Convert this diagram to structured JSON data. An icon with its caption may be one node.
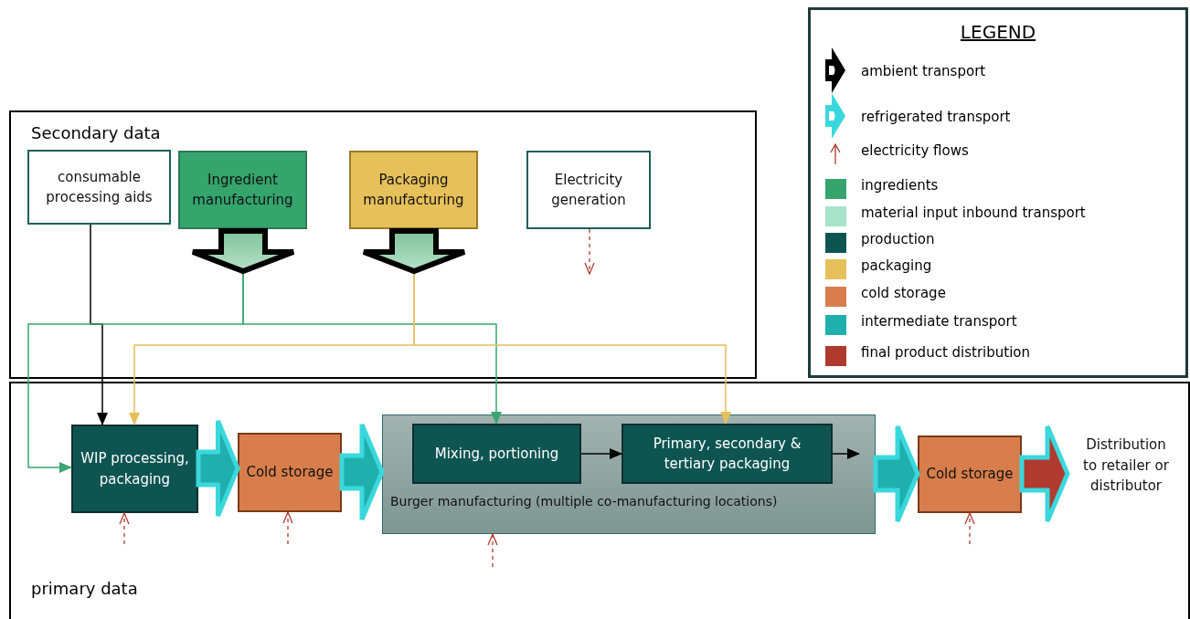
{
  "diagram": {
    "nodes": [
      {
        "text": [
          "Secondary data"
        ]
      },
      {
        "text": [
          "consumable processing aids"
        ],
        "in": 0
      },
      {
        "text": [
          "Ingredient manufacturing"
        ],
        "in": 0
      },
      {
        "text": [
          "Packaging manufacturing"
        ],
        "in": 0
      },
      {
        "text": [
          "Electricity generation"
        ],
        "in": 0
      },
      {
        "text": [
          "primary data"
        ]
      },
      {
        "text": [
          "WIP processing, packaging"
        ],
        "in": 5
      },
      {
        "text": [
          "Cold storage"
        ],
        "in": 5
      },
      {
        "text": [
          "Burger manufacturing (multiple co-manufacturing locations)"
        ],
        "in": 5
      },
      {
        "text": [
          "Mixing, portioning"
        ],
        "in": 8
      },
      {
        "text": [
          "Primary, secondary & tertiary packaging"
        ],
        "in": 8
      },
      {
        "text": [
          "Cold storage"
        ],
        "in": 5
      },
      {
        "text": [
          "Distribution to retailer or distributor"
        ],
        "in": 5
      }
    ],
    "edges": [
      {
        "from": 1,
        "to": 6,
        "arrow": "to",
        "color": "#000000"
      },
      {
        "from": 2,
        "to": 6,
        "arrow": "to",
        "color": "#3aa672"
      },
      {
        "from": 2,
        "to": 9,
        "arrow": "to",
        "color": "#3aa672"
      },
      {
        "from": 3,
        "to": 6,
        "arrow": "to",
        "color": "#e6c05a"
      },
      {
        "from": 3,
        "to": 10,
        "arrow": "to",
        "color": "#e6c05a"
      },
      {
        "from": 4,
        "to": null,
        "arrow": "to",
        "style": "dashed",
        "color": "#b03a2e"
      },
      {
        "from": null,
        "to": 6,
        "arrow": "to",
        "style": "dashed",
        "color": "#b03a2e"
      },
      {
        "from": null,
        "to": 7,
        "arrow": "to",
        "style": "dashed",
        "color": "#b03a2e"
      },
      {
        "from": null,
        "to": 8,
        "arrow": "to",
        "style": "dashed",
        "color": "#b03a2e"
      },
      {
        "from": null,
        "to": 11,
        "arrow": "to",
        "style": "dashed",
        "color": "#b03a2e"
      },
      {
        "from": 9,
        "to": 10,
        "arrow": "to",
        "color": "#000000"
      },
      {
        "from": 10,
        "to": null,
        "arrow": "to",
        "color": "#000000"
      },
      {
        "from": 6,
        "to": 7,
        "arrow": "to",
        "style": "thick",
        "color": "#1fafad"
      },
      {
        "from": 7,
        "to": 8,
        "arrow": "to",
        "style": "thick",
        "color": "#1fafad"
      },
      {
        "from": 8,
        "to": 11,
        "arrow": "to",
        "style": "thick",
        "color": "#1fafad"
      },
      {
        "from": 11,
        "to": 12,
        "arrow": "to",
        "style": "thick",
        "color": "#b03a2e"
      }
    ],
    "labels": [
      "LEGEND"
    ],
    "legend": [
      {
        "text": "ambient transport"
      },
      {
        "text": "refrigerated transport"
      },
      {
        "text": "electricity flows"
      },
      {
        "text": "ingredients",
        "color": "#35a46d"
      },
      {
        "text": "material input inbound transport",
        "color": "#a6e3c8"
      },
      {
        "text": "production",
        "color": "#0e5552"
      },
      {
        "text": "packaging",
        "color": "#e6c05a"
      },
      {
        "text": "cold storage",
        "color": "#d87e4c"
      },
      {
        "text": "intermediate transport",
        "color": "#1fafad"
      },
      {
        "text": "final product distribution",
        "color": "#b03a2e"
      }
    ]
  }
}
